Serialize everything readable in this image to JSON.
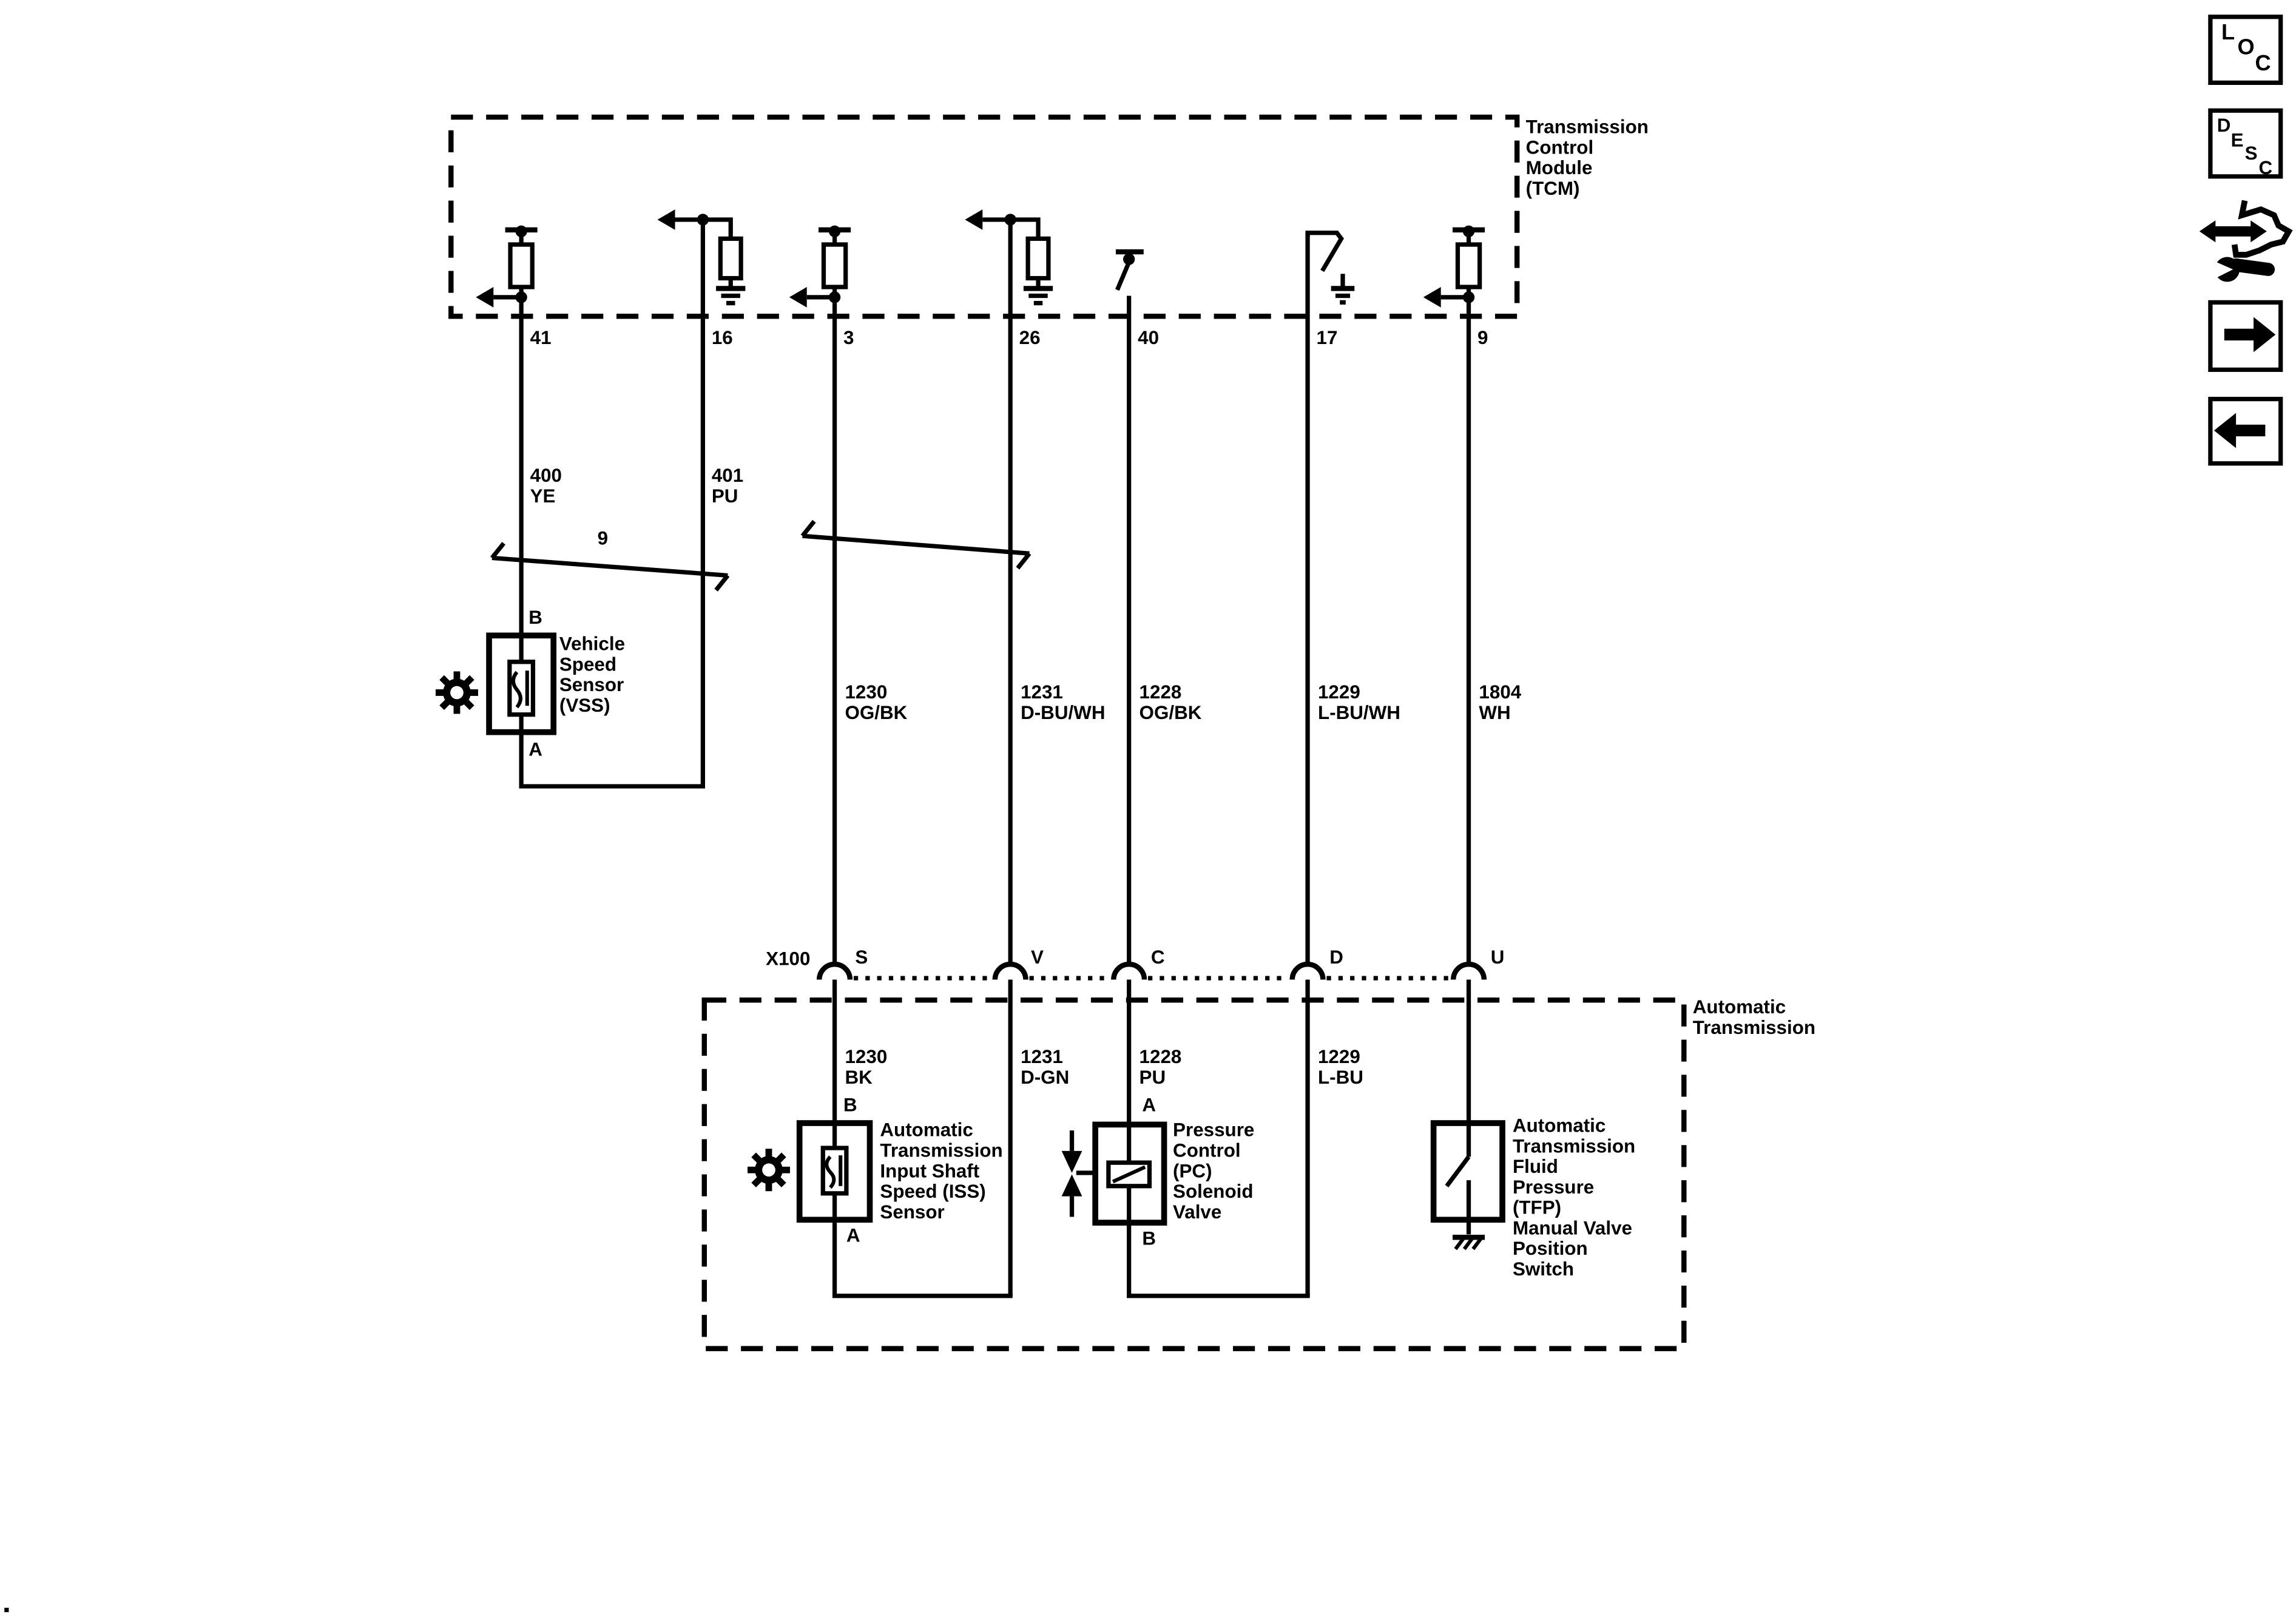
{
  "colors": {
    "ink": "#000000",
    "background": "#ffffff"
  },
  "toolbar": {
    "loc": {
      "icon": "loc-box-icon",
      "letters": [
        "L",
        "O",
        "C"
      ]
    },
    "desc": {
      "icon": "desc-box-icon",
      "letters": [
        "D",
        "E",
        "S",
        "C"
      ]
    },
    "adjust": {
      "icon": "wrench-double-arrow-icon"
    },
    "forward": {
      "icon": "arrow-right-icon"
    },
    "back": {
      "icon": "arrow-left-icon"
    }
  },
  "tcm": {
    "label": "Transmission\nControl\nModule\n(TCM)",
    "pins": [
      "41",
      "16",
      "3",
      "26",
      "40",
      "17",
      "9"
    ]
  },
  "transmission_box": {
    "label": "Automatic\nTransmission"
  },
  "connector": {
    "name": "X100",
    "terminals": [
      "S",
      "V",
      "C",
      "D",
      "U"
    ]
  },
  "crossover_label": "9",
  "wires_upper": [
    {
      "circuit": "400",
      "color": "YE"
    },
    {
      "circuit": "401",
      "color": "PU"
    },
    {
      "circuit": "1230",
      "color": "OG/BK"
    },
    {
      "circuit": "1231",
      "color": "D-BU/WH"
    },
    {
      "circuit": "1228",
      "color": "OG/BK"
    },
    {
      "circuit": "1229",
      "color": "L-BU/WH"
    },
    {
      "circuit": "1804",
      "color": "WH"
    }
  ],
  "wires_lower": [
    {
      "circuit": "1230",
      "color": "BK"
    },
    {
      "circuit": "1231",
      "color": "D-GN"
    },
    {
      "circuit": "1228",
      "color": "PU"
    },
    {
      "circuit": "1229",
      "color": "L-BU"
    }
  ],
  "components": {
    "vss": {
      "name": "Vehicle\nSpeed\nSensor\n(VSS)",
      "top_terminal": "B",
      "bottom_terminal": "A",
      "icon": "gear-icon"
    },
    "iss": {
      "name": "Automatic\nTransmission\nInput Shaft\nSpeed (ISS)\nSensor",
      "top_terminal": "B",
      "bottom_terminal": "A",
      "icon": "gear-icon"
    },
    "pc": {
      "name": "Pressure\nControl\n(PC)\nSolenoid\nValve",
      "top_terminal": "A",
      "bottom_terminal": "B",
      "icon": "valve-icon"
    },
    "tfp": {
      "name": "Automatic\nTransmission\nFluid\nPressure\n(TFP)\nManual Valve\nPosition\nSwitch",
      "icon": "switch-to-ground-icon"
    }
  }
}
